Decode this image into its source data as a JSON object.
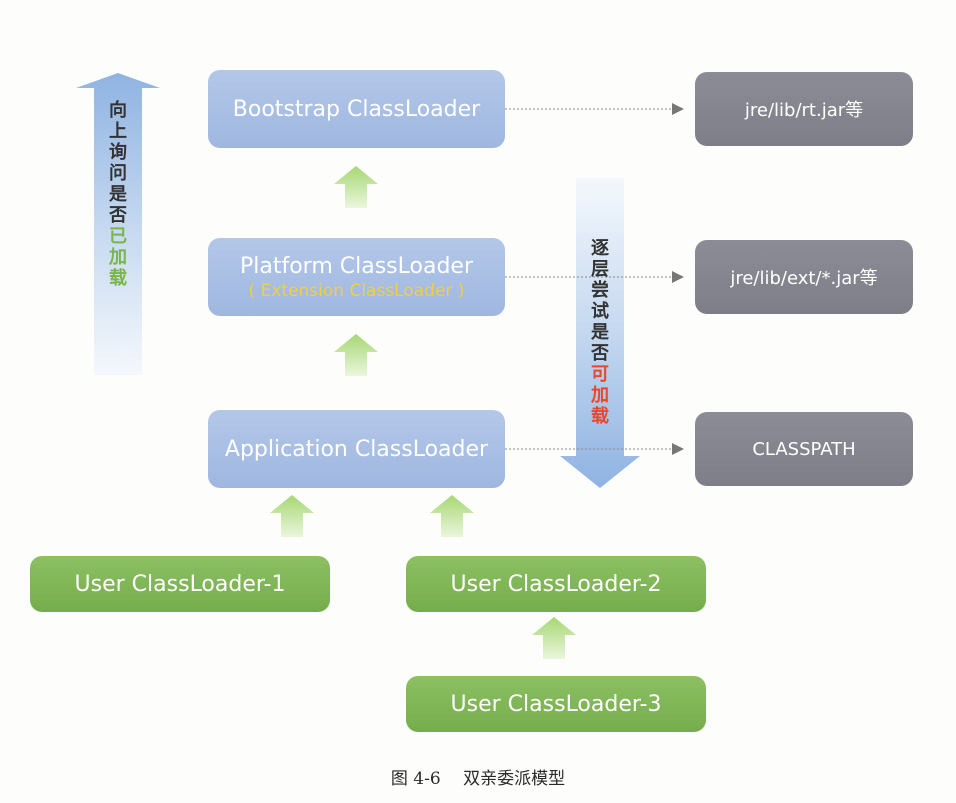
{
  "colors": {
    "loader_box": "#a9bfe5",
    "resource_box": "#858590",
    "user_box": "#80b656",
    "extension_text": "#f2cf3c",
    "highlight_green": "#79b54a",
    "highlight_red": "#e8482c",
    "up_arrow": "#b9e08e"
  },
  "loaders": {
    "bootstrap": "Bootstrap ClassLoader",
    "platform": "Platform ClassLoader",
    "platform_sub": "( Extension ClassLoader )",
    "application": "Application ClassLoader"
  },
  "resources": {
    "rt": "jre/lib/rt.jar等",
    "ext": "jre/lib/ext/*.jar等",
    "classpath": "CLASSPATH"
  },
  "user_loaders": {
    "u1": "User ClassLoader-1",
    "u2": "User ClassLoader-2",
    "u3": "User ClassLoader-3"
  },
  "left_arrow_text": [
    "向",
    "上",
    "询",
    "问",
    "是",
    "否",
    "已",
    "加",
    "载"
  ],
  "right_arrow_text": [
    "逐",
    "层",
    "尝",
    "试",
    "是",
    "否",
    "可",
    "加",
    "载"
  ],
  "caption": "图 4-6　 双亲委派模型"
}
